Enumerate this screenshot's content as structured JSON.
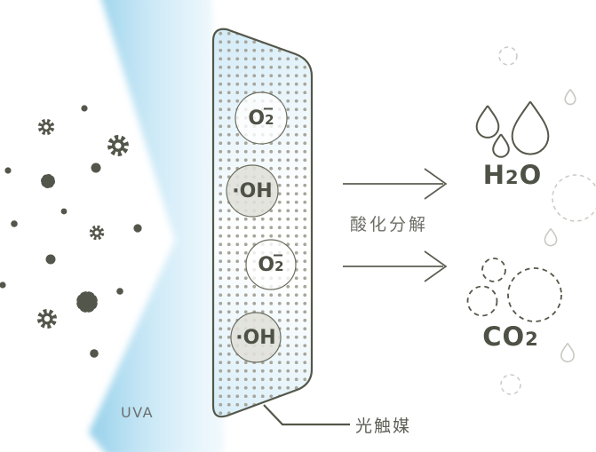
{
  "diagram": {
    "light_label": "UVA",
    "reaction_label": "酸化分解",
    "panel_label": "光触媒",
    "radicals": {
      "superoxide_main": "O",
      "superoxide_sub": "2",
      "hydroxyl": "·OH"
    },
    "products": {
      "water_main": "H",
      "water_sub": "2",
      "water_tail": "O",
      "co2_main": "CO",
      "co2_sub": "2"
    },
    "colors": {
      "beam_blue": "#9ed4ec",
      "ink": "#55584a",
      "panel_dots": "#a8a69a",
      "particle": "#53564a",
      "label_gray": "#6e6e67",
      "faint_gray": "#cacac4",
      "product_text": "#4e5145"
    }
  }
}
